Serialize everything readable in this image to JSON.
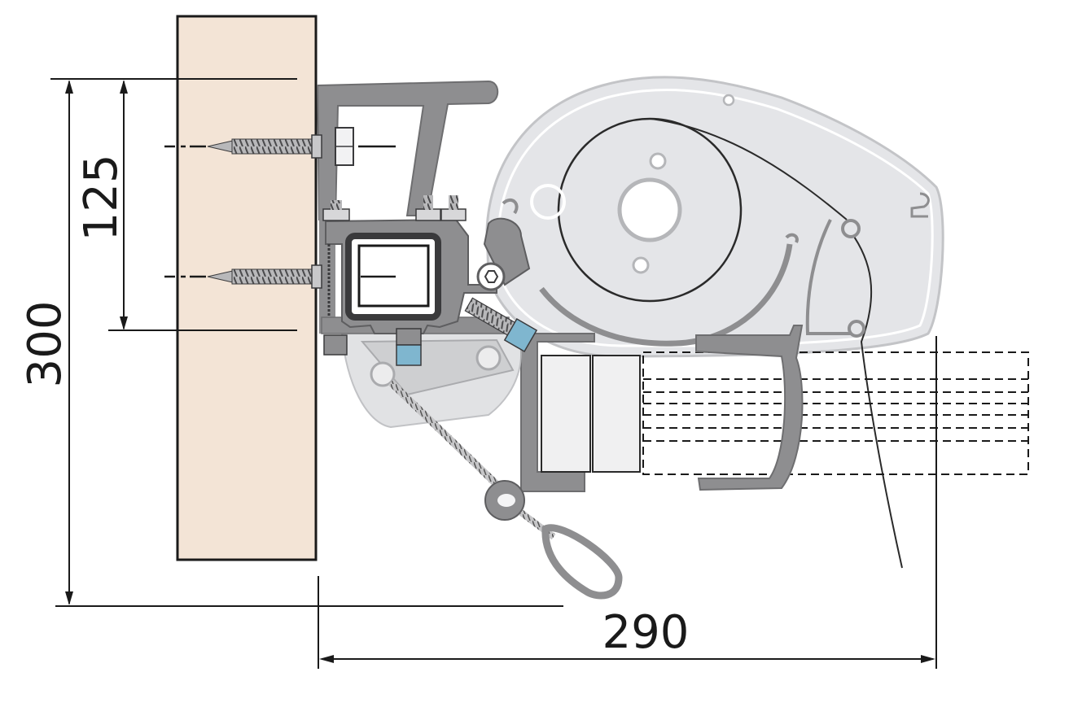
{
  "drawing": {
    "dimensions": {
      "total_height": "300",
      "screw_spacing": "125",
      "projection": "290"
    },
    "colors": {
      "wall": "#f3e4d6",
      "bracket": "#8e8e90",
      "cassette_fill": "#e6e7e9",
      "cassette_stroke": "#b9babd",
      "steel_blue": "#7fb6cf",
      "line": "#1a1a1a"
    }
  }
}
